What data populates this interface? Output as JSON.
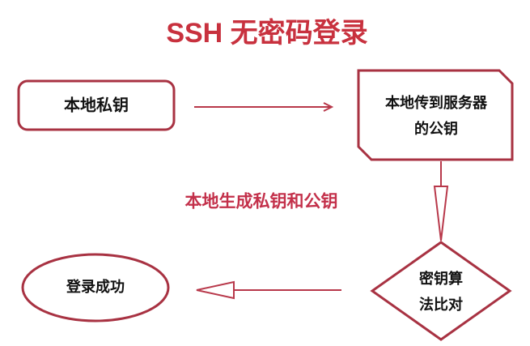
{
  "title": "SSH 无密码登录",
  "nodes": {
    "private_key": "本地私钥",
    "server_pubkey": [
      "本地传到服务器",
      "的公钥"
    ],
    "compare": [
      "密钥算",
      "法比对"
    ],
    "success": "登录成功"
  },
  "label_generate": "本地生成私钥和公钥",
  "colors": {
    "title": "#c8313e",
    "border": "#a83242",
    "arrow": "#b8384a",
    "label": "#c3304a"
  }
}
